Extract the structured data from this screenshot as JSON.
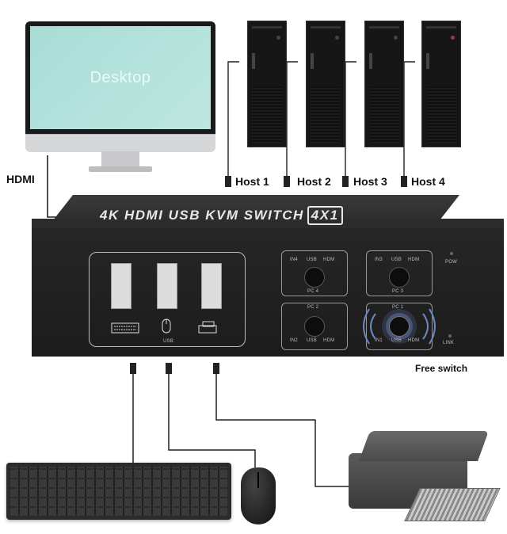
{
  "monitor": {
    "screen_text": "Desktop",
    "connection_label": "HDMI"
  },
  "hosts": [
    {
      "label": "Host 1"
    },
    {
      "label": "Host 2"
    },
    {
      "label": "Host 3"
    },
    {
      "label": "Host 4"
    }
  ],
  "kvm": {
    "title": "4K HDMI USB KVM SWITCH",
    "badge": "4X1",
    "usb_label": "USB",
    "pow_label": "POW",
    "link_label": "LINK",
    "pc_panels": [
      {
        "name": "PC 4",
        "leds": [
          "IN4",
          "USB",
          "HDM"
        ]
      },
      {
        "name": "PC 3",
        "leds": [
          "IN3",
          "USB",
          "HDM"
        ]
      },
      {
        "name": "PC 2",
        "leds": [
          "IN2",
          "USB",
          "HDM"
        ]
      },
      {
        "name": "PC 1",
        "leds": [
          "IN1",
          "USB",
          "HDM"
        ]
      }
    ]
  },
  "free_switch_label": "Free switch",
  "peripherals": {
    "icons": [
      "keyboard-icon",
      "mouse-icon",
      "printer-icon"
    ],
    "devices": [
      "keyboard",
      "mouse",
      "printer"
    ]
  }
}
